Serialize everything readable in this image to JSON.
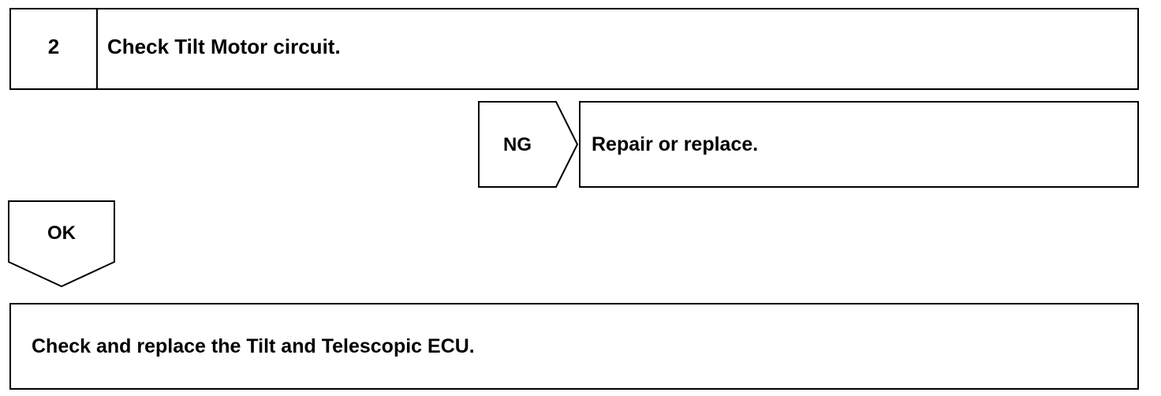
{
  "step": {
    "number": "2",
    "title": "Check Tilt Motor circuit."
  },
  "ng_branch": {
    "label": "NG",
    "action": "Repair or replace."
  },
  "ok_branch": {
    "label": "OK"
  },
  "final_step": {
    "text": "Check and replace the Tilt and Telescopic ECU."
  }
}
